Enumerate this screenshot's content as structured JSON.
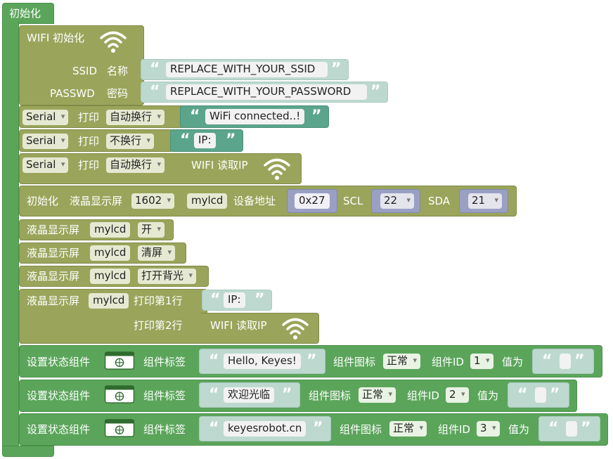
{
  "init": {
    "label": "初始化"
  },
  "wifi_init": {
    "label": "WIFI 初始化",
    "icon": "wifi-icon"
  },
  "ssid": {
    "label": "SSID",
    "sub": "名称",
    "value": "REPLACE_WITH_YOUR_SSID"
  },
  "passwd": {
    "label": "PASSWD",
    "sub": "密码",
    "value": "REPLACE_WITH_YOUR_PASSWORD"
  },
  "serial_rows": [
    {
      "port": "Serial",
      "action": "打印",
      "mode": "自动换行",
      "text": "WiFi connected..!"
    },
    {
      "port": "Serial",
      "action": "打印",
      "mode": "不换行",
      "text": "IP:"
    },
    {
      "port": "Serial",
      "action": "打印",
      "mode": "自动换行",
      "reader": "WIFI 读取IP"
    }
  ],
  "lcd_init": {
    "label": "初始化",
    "display": "液晶显示屏",
    "model": "1602",
    "name": "mylcd",
    "addr_label": "设备地址",
    "addr": "0x27",
    "scl_label": "SCL",
    "scl": "22",
    "sda_label": "SDA",
    "sda": "21"
  },
  "lcd_cmds": [
    {
      "display": "液晶显示屏",
      "name": "mylcd",
      "cmd": "开"
    },
    {
      "display": "液晶显示屏",
      "name": "mylcd",
      "cmd": "清屏"
    },
    {
      "display": "液晶显示屏",
      "name": "mylcd",
      "cmd": "打开背光"
    }
  ],
  "lcd_print": {
    "display": "液晶显示屏",
    "name": "mylcd",
    "row1_label": "打印第1行",
    "row1_text": "IP:",
    "row2_label": "打印第2行",
    "row2_reader": "WIFI 读取IP"
  },
  "widgets": [
    {
      "label": "设置状态组件",
      "tag_label": "组件标签",
      "tag": "Hello, Keyes!",
      "icon_label": "组件图标",
      "icon_mode": "正常",
      "id_label": "组件ID",
      "id": "1",
      "value_label": "值为"
    },
    {
      "label": "设置状态组件",
      "tag_label": "组件标签",
      "tag": "欢迎光临",
      "icon_label": "组件图标",
      "icon_mode": "正常",
      "id_label": "组件ID",
      "id": "2",
      "value_label": "值为"
    },
    {
      "label": "设置状态组件",
      "tag_label": "组件标签",
      "tag": "keyesrobot.cn",
      "icon_label": "组件图标",
      "icon_mode": "正常",
      "id_label": "组件ID",
      "id": "3",
      "value_label": "值为"
    }
  ],
  "colors": {
    "green": "#5ba55b",
    "olive": "#9aa55b",
    "teal": "#5ba58c",
    "string": "#bdd9cf"
  }
}
